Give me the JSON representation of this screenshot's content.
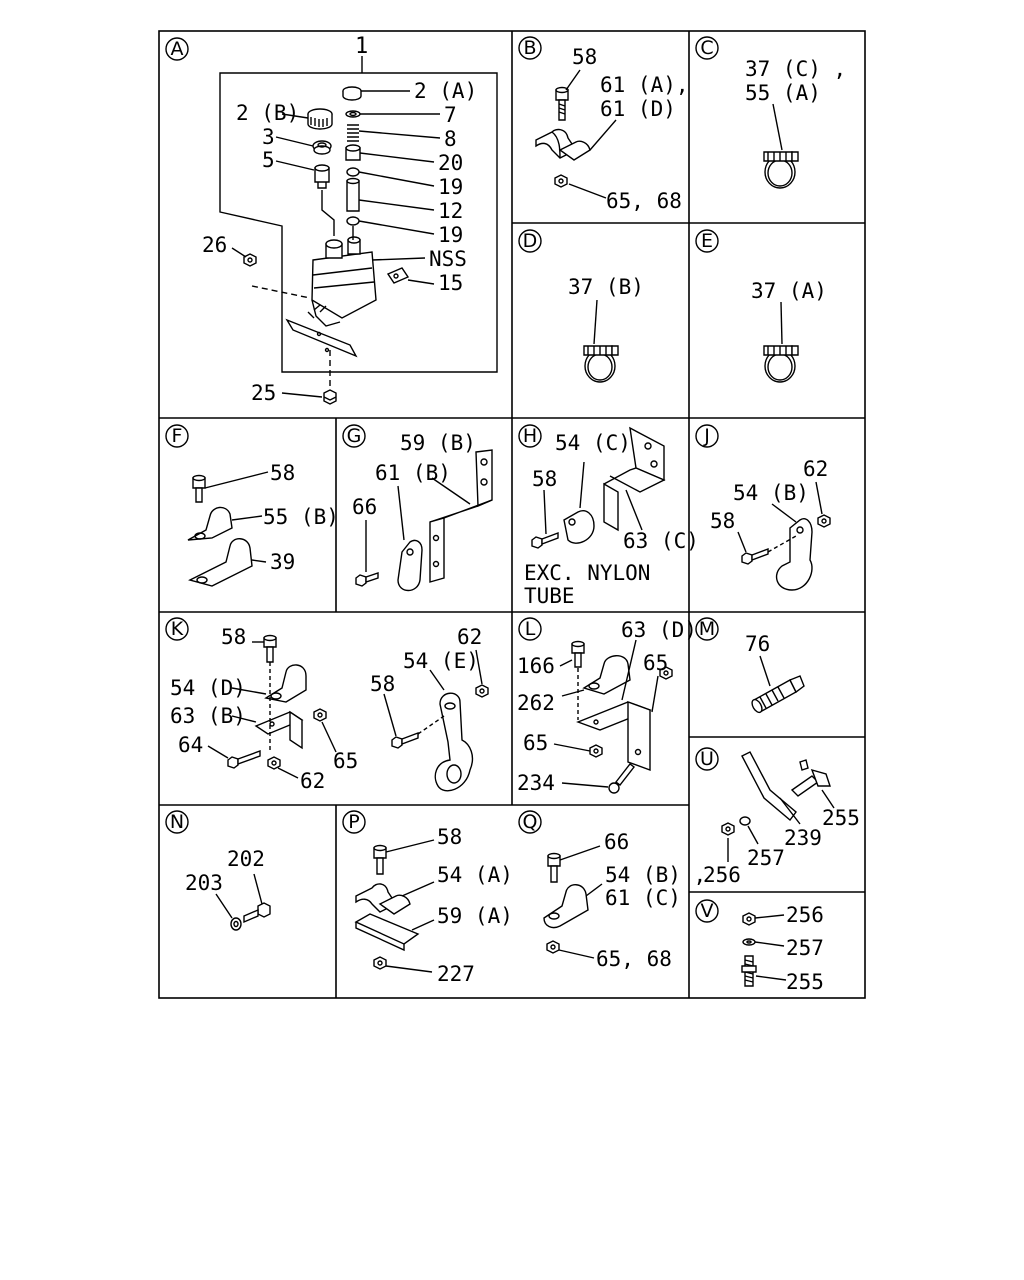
{
  "panels": {
    "A": {
      "letter": "A",
      "callouts": [
        "1",
        "2 (A)",
        "7",
        "8",
        "20",
        "19",
        "12",
        "19",
        "NSS",
        "15",
        "2 (B)",
        "3",
        "5",
        "26",
        "25"
      ]
    },
    "B": {
      "letter": "B",
      "callouts": [
        "58",
        "61 (A),",
        "61 (D)",
        "65, 68"
      ]
    },
    "C": {
      "letter": "C",
      "callouts": [
        "37 (C) ,",
        "55 (A)"
      ]
    },
    "D": {
      "letter": "D",
      "callouts": [
        "37 (B)"
      ]
    },
    "E": {
      "letter": "E",
      "callouts": [
        "37 (A)"
      ]
    },
    "F": {
      "letter": "F",
      "callouts": [
        "58",
        "55 (B)",
        "39"
      ]
    },
    "G": {
      "letter": "G",
      "callouts": [
        "59 (B)",
        "61 (B)",
        "66"
      ]
    },
    "H": {
      "letter": "H",
      "callouts": [
        "54 (C)",
        "58",
        "63 (C)"
      ],
      "note_line1": "EXC. NYLON",
      "note_line2": "TUBE"
    },
    "J": {
      "letter": "J",
      "callouts": [
        "62",
        "54 (B)",
        "58"
      ]
    },
    "K": {
      "letter": "K",
      "callouts": [
        "58",
        "54 (D)",
        "63 (B)",
        "64",
        "65",
        "62",
        "62",
        "54 (E)",
        "58"
      ]
    },
    "L": {
      "letter": "L",
      "callouts": [
        "63 (D)",
        "166",
        "65",
        "262",
        "65",
        "234"
      ]
    },
    "M": {
      "letter": "M",
      "callouts": [
        "76"
      ]
    },
    "U": {
      "letter": "U",
      "callouts": [
        "255",
        "239",
        "257",
        "256"
      ]
    },
    "N": {
      "letter": "N",
      "callouts": [
        "202",
        "203"
      ]
    },
    "P": {
      "letter": "P",
      "callouts": [
        "58",
        "54 (A)",
        "59 (A)",
        "227"
      ]
    },
    "Q": {
      "letter": "Q",
      "callouts": [
        "66",
        "54 (B) ,",
        "61 (C)",
        "65, 68"
      ]
    },
    "V": {
      "letter": "V",
      "callouts": [
        "256",
        "257",
        "255"
      ]
    }
  }
}
